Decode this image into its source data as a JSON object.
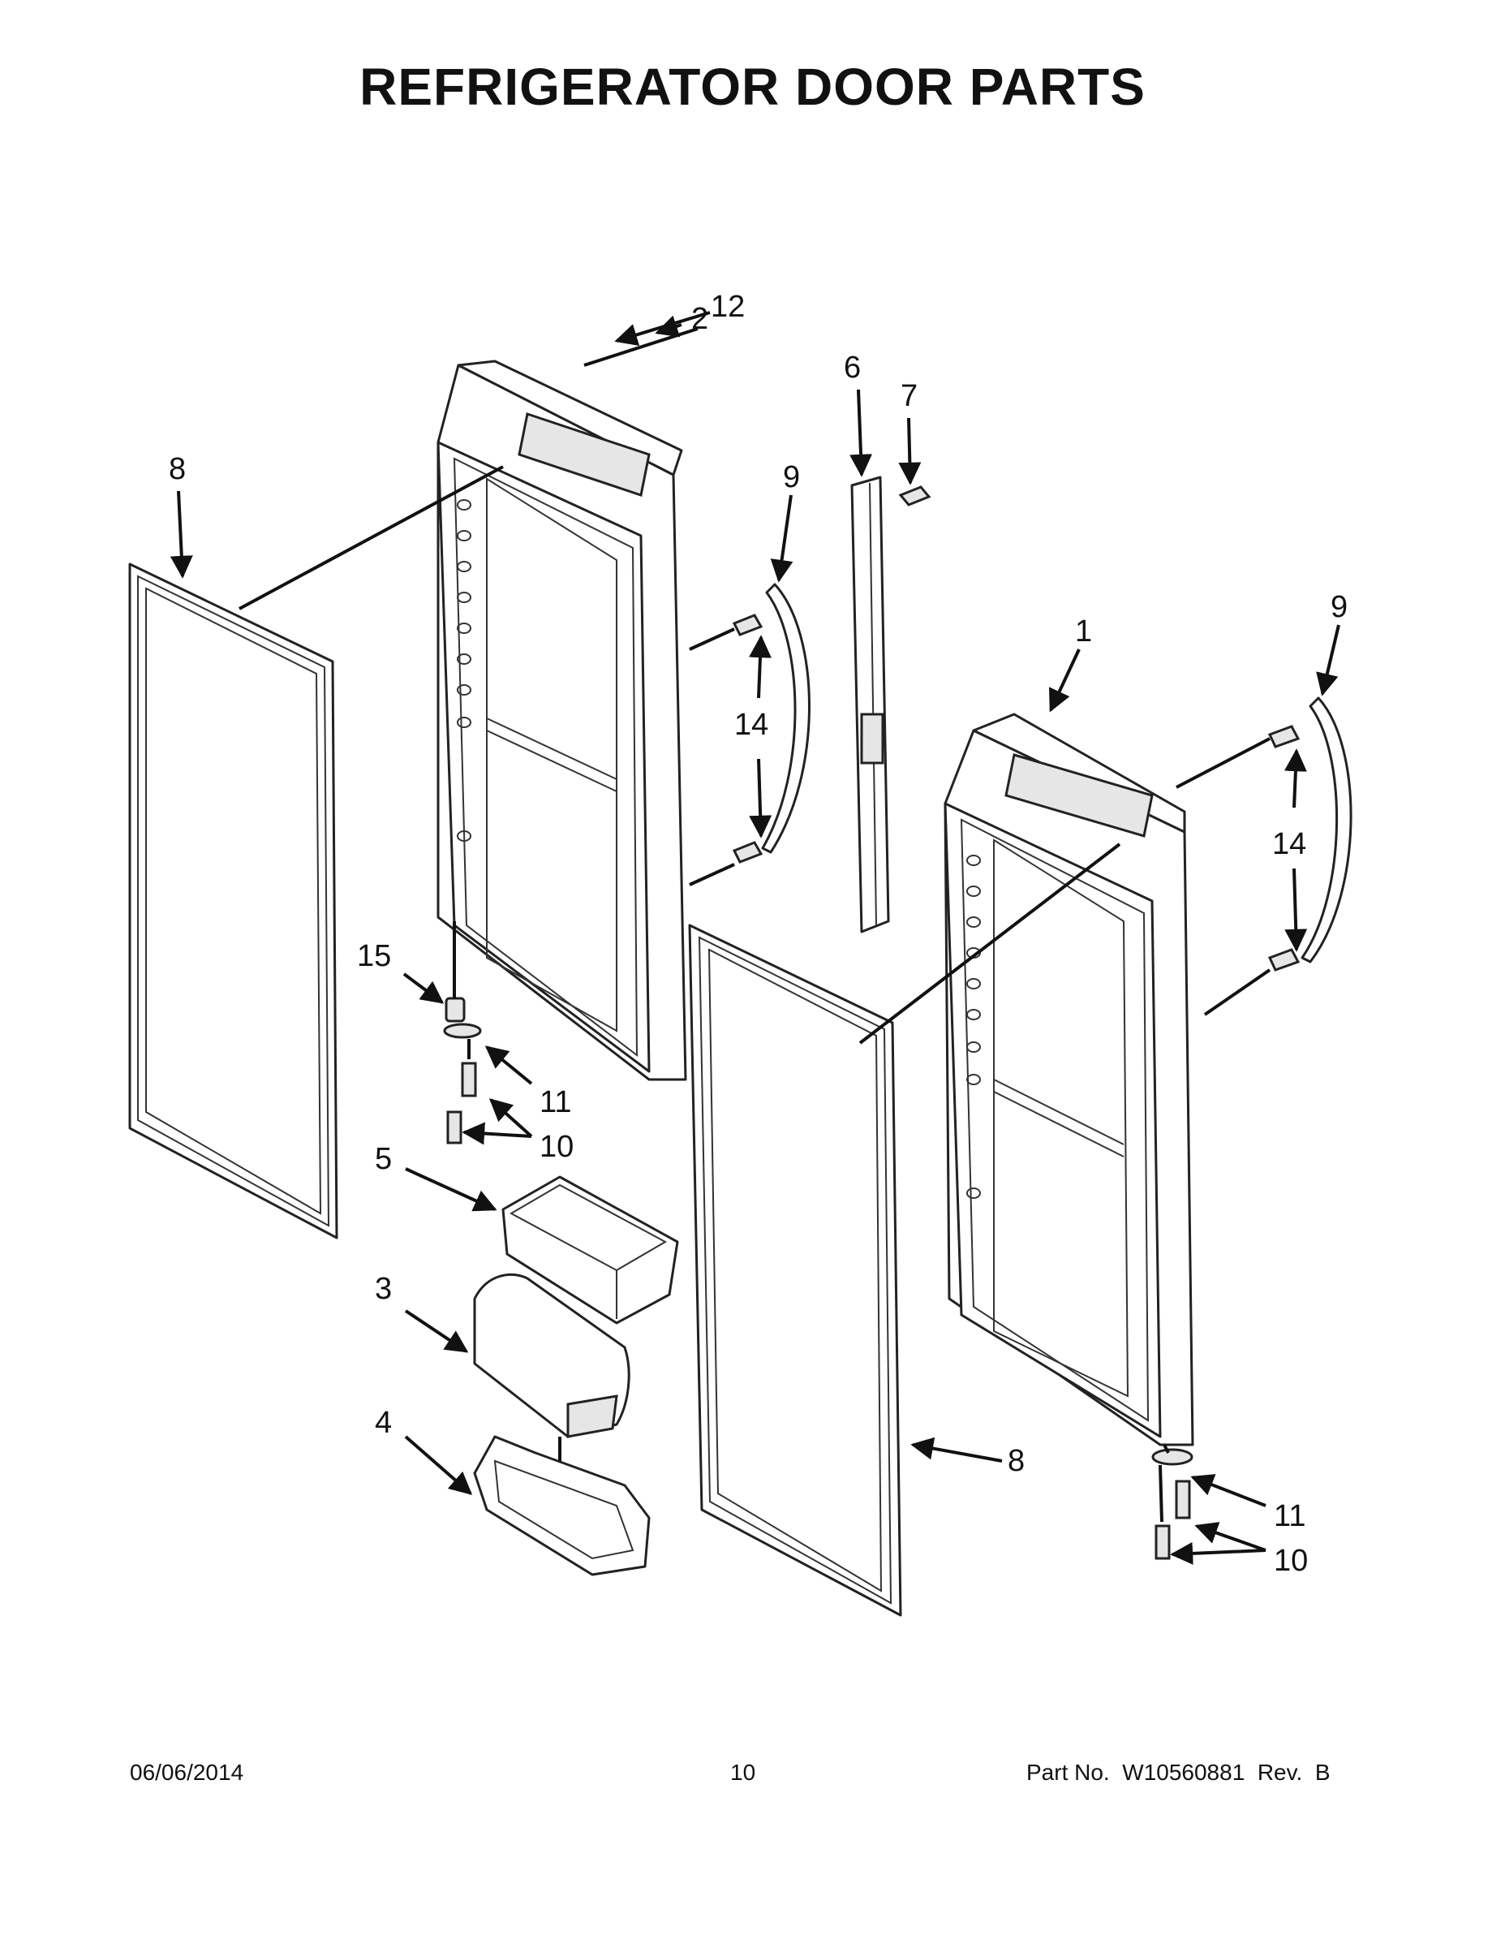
{
  "title": "REFRIGERATOR DOOR PARTS",
  "footer": {
    "date": "06/06/2014",
    "page": "10",
    "part_no": "Part No.  W10560881  Rev.  B"
  },
  "callouts": [
    {
      "id": "c12",
      "label": "12"
    },
    {
      "id": "c2",
      "label": "2"
    },
    {
      "id": "c6",
      "label": "6"
    },
    {
      "id": "c7",
      "label": "7"
    },
    {
      "id": "c8a",
      "label": "8"
    },
    {
      "id": "c9a",
      "label": "9"
    },
    {
      "id": "c9b",
      "label": "9"
    },
    {
      "id": "c1",
      "label": "1"
    },
    {
      "id": "c14a",
      "label": "14"
    },
    {
      "id": "c14b",
      "label": "14"
    },
    {
      "id": "c15",
      "label": "15"
    },
    {
      "id": "c11a",
      "label": "11"
    },
    {
      "id": "c10a",
      "label": "10"
    },
    {
      "id": "c5",
      "label": "5"
    },
    {
      "id": "c3",
      "label": "3"
    },
    {
      "id": "c4",
      "label": "4"
    },
    {
      "id": "c8b",
      "label": "8"
    },
    {
      "id": "c11b",
      "label": "11"
    },
    {
      "id": "c10b",
      "label": "10"
    }
  ]
}
